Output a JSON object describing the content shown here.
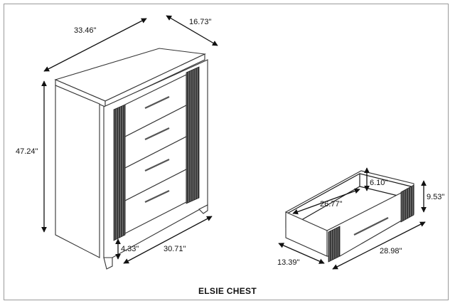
{
  "title": "ELSIE CHEST",
  "chest": {
    "width": "33.46\"",
    "depth": "16.73\"",
    "height": "47.24\"",
    "leg_height": "4.33\"",
    "inner_width": "30.71\""
  },
  "drawer": {
    "inner_height": "6.10\"",
    "front_height": "9.53\"",
    "inner_width": "26.77\"",
    "depth": "13.39\"",
    "width": "28.98\""
  }
}
